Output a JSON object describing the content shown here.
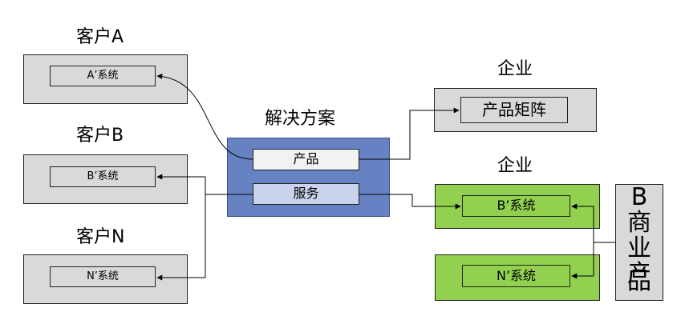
{
  "clients": [
    {
      "title": "客户A",
      "system": "A’系统"
    },
    {
      "title": "客户B",
      "system": "B’系统"
    },
    {
      "title": "客户N",
      "system": "N’系统"
    }
  ],
  "solution": {
    "title": "解决方案",
    "product": "产品",
    "service": "服务"
  },
  "enterprise_top": {
    "title": "企业",
    "item": "产品矩阵"
  },
  "enterprise_bottom": {
    "title": "企业",
    "items": [
      "B’系统",
      "N’系统"
    ]
  },
  "b_product": {
    "chars": [
      "B",
      "商",
      "业",
      "产",
      "品"
    ]
  },
  "colors": {
    "gray": "#d9d9d9",
    "blue": "#6782c3",
    "green": "#92d050",
    "inner_light": "#f2f2f2",
    "inner_blue": "#c9d3eb"
  }
}
